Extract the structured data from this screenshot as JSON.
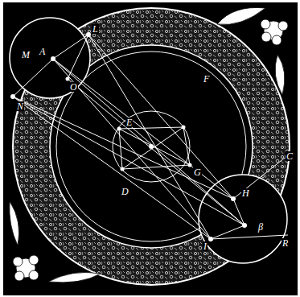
{
  "diagram": {
    "labels": [
      "M",
      "A",
      "L",
      "O",
      "N",
      "F",
      "C",
      "D",
      "E",
      "G",
      "H",
      "β",
      "I",
      "R"
    ]
  }
}
